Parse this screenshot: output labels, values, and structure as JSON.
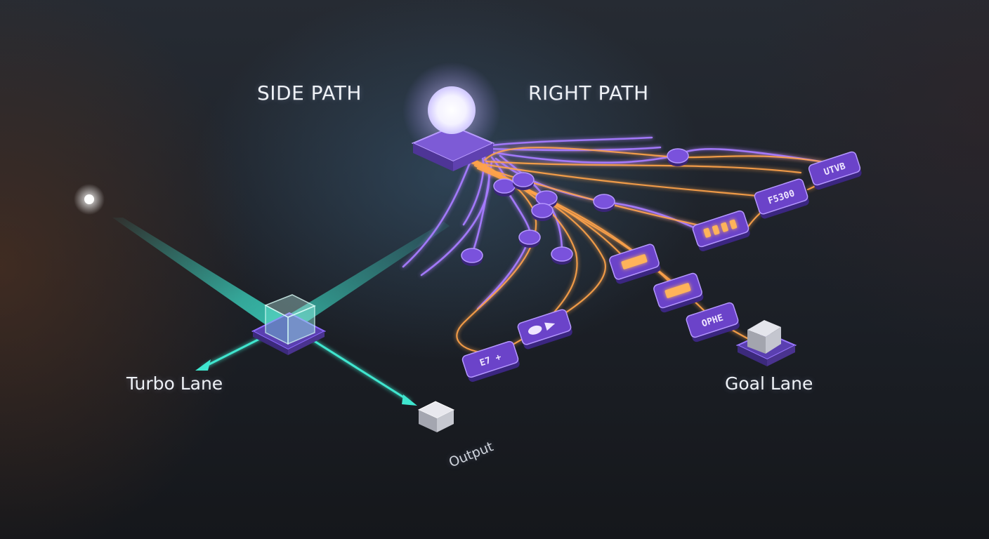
{
  "labels": {
    "side_path": "SIDE PATH",
    "right_path": "RIGHT PATH",
    "turbo_lane": "Turbo Lane",
    "goal_lane": "Goal Lane",
    "output": "Output"
  },
  "chips": {
    "c1": "UTVB",
    "c2": "F5300",
    "c4": "OPHE",
    "c5": "E7 +"
  },
  "colors": {
    "purple": "#a77bff",
    "orange": "#ffa34a",
    "teal": "#3fe6cf",
    "chip_fill": "#6b43c9",
    "chip_top": "#8a63e8"
  }
}
